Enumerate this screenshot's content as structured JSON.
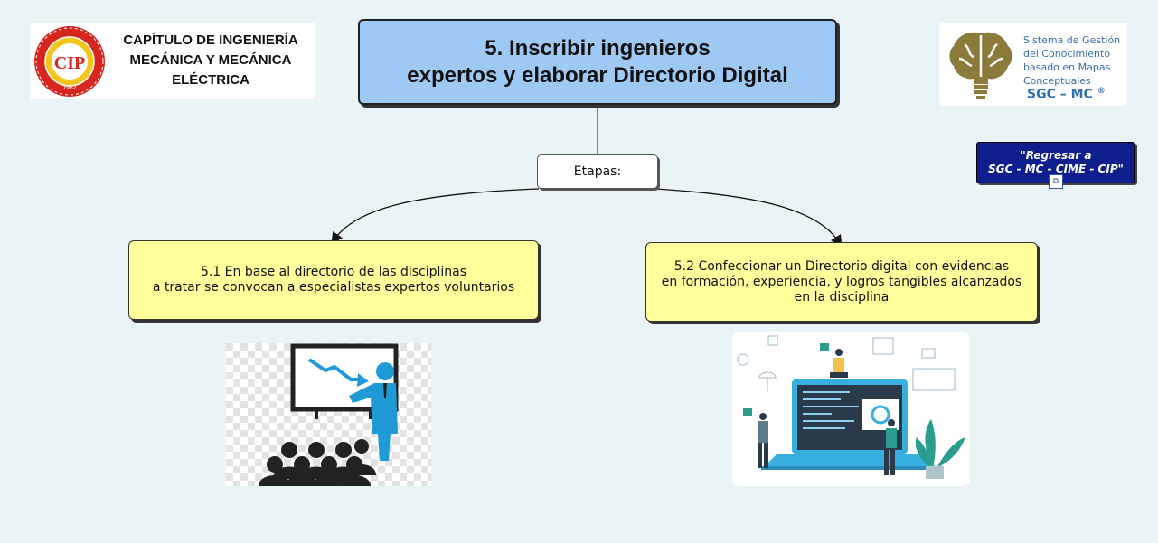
{
  "header": {
    "chapter_name_lines": [
      "CAPÍTULO DE INGENIERÍA",
      "MECÁNICA Y MECÁNICA",
      "ELÉCTRICA"
    ],
    "seal_top_text": "COLEGIO DE INGENIEROS DEL PERÚ",
    "seal_year": "1962",
    "title_lines": [
      "5. Inscribir ingenieros",
      "expertos y elaborar Directorio Digital"
    ]
  },
  "brand": {
    "lines": [
      "Sistema de Gestión",
      "del Conocimiento",
      "basado en Mapas",
      "Conceptuales"
    ],
    "acronym": "SGC – MC",
    "registered": "®"
  },
  "nav": {
    "back_lines": [
      "\"Regresar a",
      "SGC - MC - CIME - CIP\""
    ]
  },
  "map": {
    "root_label": "Etapas:",
    "steps": [
      {
        "lines": [
          "5.1 En base al directorio de las disciplinas",
          "a tratar se convocan a especialistas expertos voluntarios"
        ]
      },
      {
        "lines": [
          "5.2 Confeccionar un Directorio digital con evidencias",
          "en formación, experiencia, y logros tangibles alcanzados",
          "en la disciplina"
        ]
      }
    ]
  },
  "colors": {
    "title_bg": "#9fc9f5",
    "step_bg": "#ffff9c",
    "back_button_bg": "#0f1e8c",
    "presenter_blue": "#1e9ad6",
    "seal_red": "#d7261e"
  },
  "icons": {
    "seal": "cip-seal-icon",
    "brain": "brain-lightbulb-icon",
    "link": "hyperlink-icon"
  }
}
